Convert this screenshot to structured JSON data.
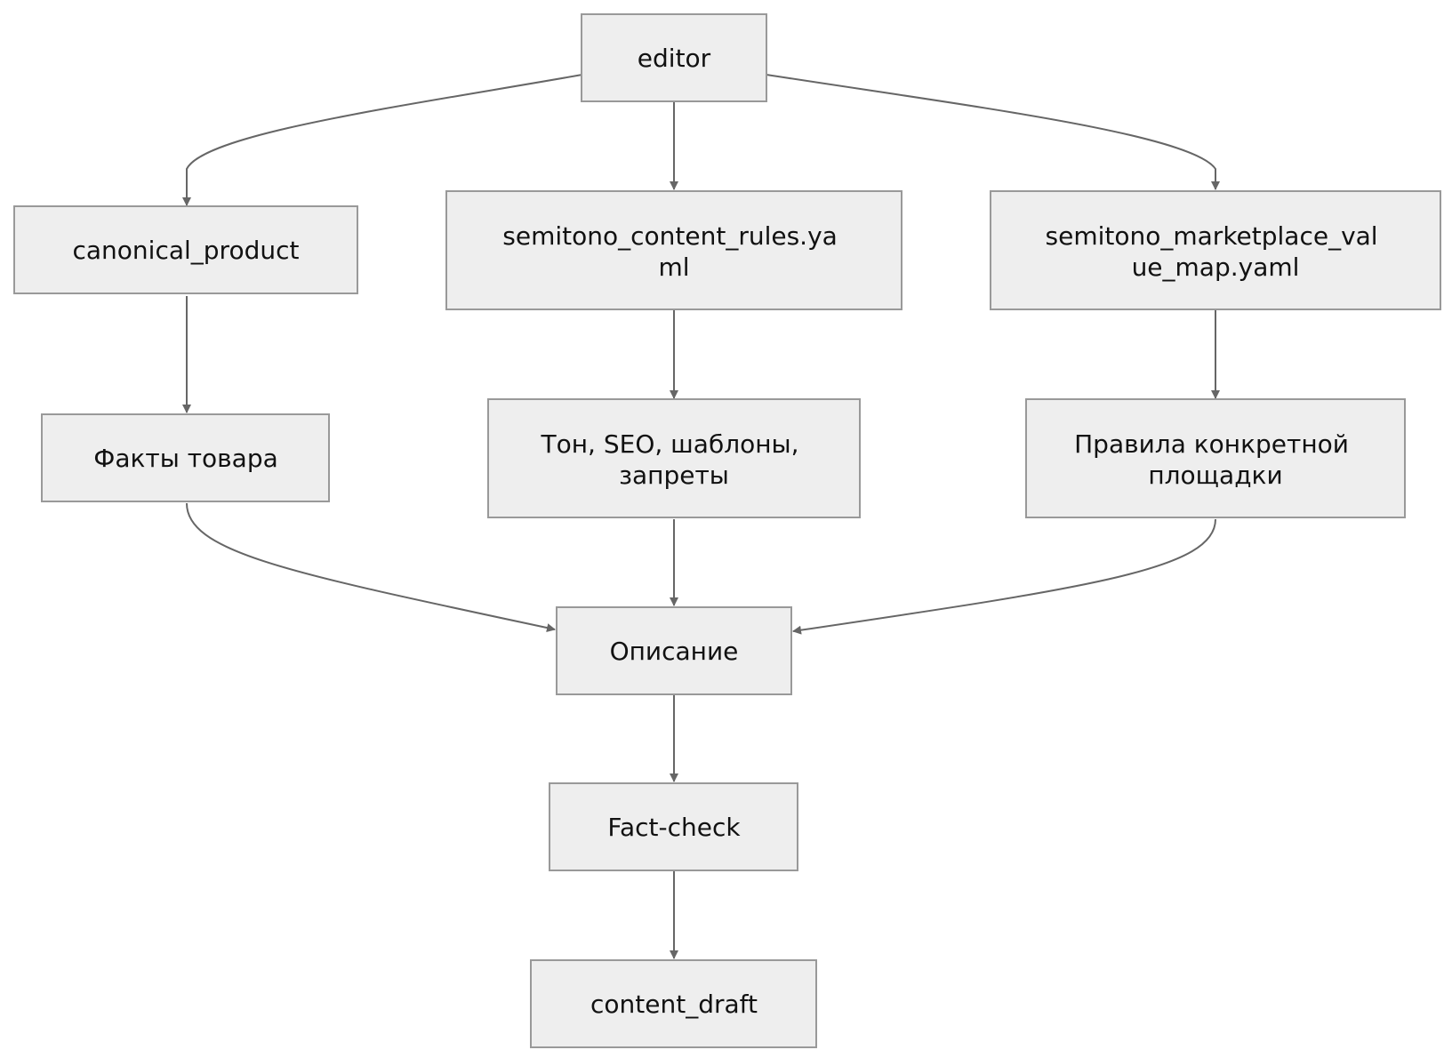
{
  "diagram": {
    "nodes": {
      "editor": {
        "lines": [
          "editor"
        ]
      },
      "canonical_product": {
        "lines": [
          "canonical_product"
        ]
      },
      "content_rules": {
        "lines": [
          "semitono_content_rules.ya",
          "ml"
        ]
      },
      "marketplace_map": {
        "lines": [
          "semitono_marketplace_val",
          "ue_map.yaml"
        ]
      },
      "product_facts": {
        "lines": [
          "Факты товара"
        ]
      },
      "tone_rules": {
        "lines": [
          "Тон, SEO, шаблоны,",
          "запреты"
        ]
      },
      "platform_rules": {
        "lines": [
          "Правила конкретной",
          "площадки"
        ]
      },
      "description": {
        "lines": [
          "Описание"
        ]
      },
      "fact_check": {
        "lines": [
          "Fact-check"
        ]
      },
      "content_draft": {
        "lines": [
          "content_draft"
        ]
      }
    },
    "edges": [
      {
        "from": "editor",
        "to": "canonical_product"
      },
      {
        "from": "editor",
        "to": "content_rules"
      },
      {
        "from": "editor",
        "to": "marketplace_map"
      },
      {
        "from": "canonical_product",
        "to": "product_facts"
      },
      {
        "from": "content_rules",
        "to": "tone_rules"
      },
      {
        "from": "marketplace_map",
        "to": "platform_rules"
      },
      {
        "from": "product_facts",
        "to": "description"
      },
      {
        "from": "tone_rules",
        "to": "description"
      },
      {
        "from": "platform_rules",
        "to": "description"
      },
      {
        "from": "description",
        "to": "fact_check"
      },
      {
        "from": "fact_check",
        "to": "content_draft"
      }
    ],
    "colors": {
      "node_fill": "#eeeeee",
      "node_border": "#999999",
      "edge": "#666666",
      "text": "#111111"
    }
  }
}
